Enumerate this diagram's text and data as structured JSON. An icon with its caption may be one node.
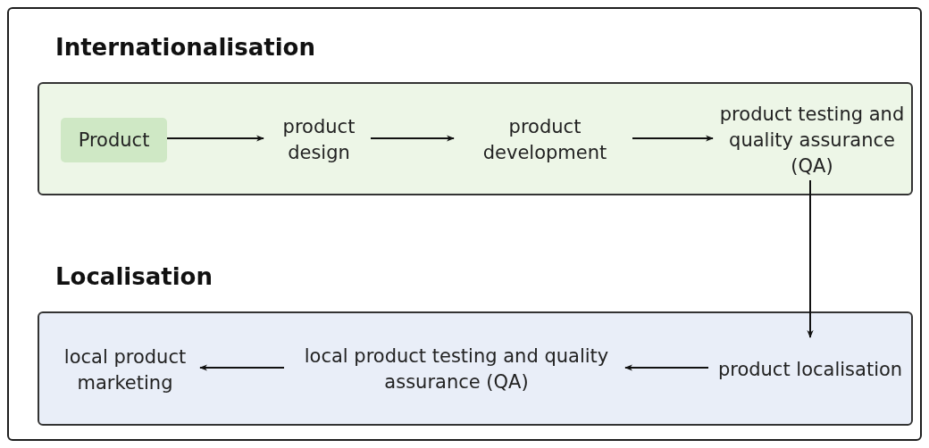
{
  "diagram": {
    "nodes": [
      {
        "text": [
          "Internationalisation"
        ]
      },
      {
        "text": [
          "Product"
        ],
        "in": 0
      },
      {
        "text": [
          "product design"
        ],
        "in": 0
      },
      {
        "text": [
          "product development"
        ],
        "in": 0
      },
      {
        "text": [
          "product testing and quality assurance (QA)"
        ],
        "in": 0
      },
      {
        "text": [
          "Localisation"
        ]
      },
      {
        "text": [
          "product localisation"
        ],
        "in": 5
      },
      {
        "text": [
          "local product testing and quality assurance (QA)"
        ],
        "in": 5
      },
      {
        "text": [
          "local product marketing"
        ],
        "in": 5
      }
    ],
    "edges": [
      {
        "from": 1,
        "to": 2,
        "arrow": "to"
      },
      {
        "from": 2,
        "to": 3,
        "arrow": "to"
      },
      {
        "from": 3,
        "to": 4,
        "arrow": "to"
      },
      {
        "from": 4,
        "to": 6,
        "arrow": "to"
      },
      {
        "from": 6,
        "to": 7,
        "arrow": "to"
      },
      {
        "from": 7,
        "to": 8,
        "arrow": "to"
      }
    ]
  }
}
